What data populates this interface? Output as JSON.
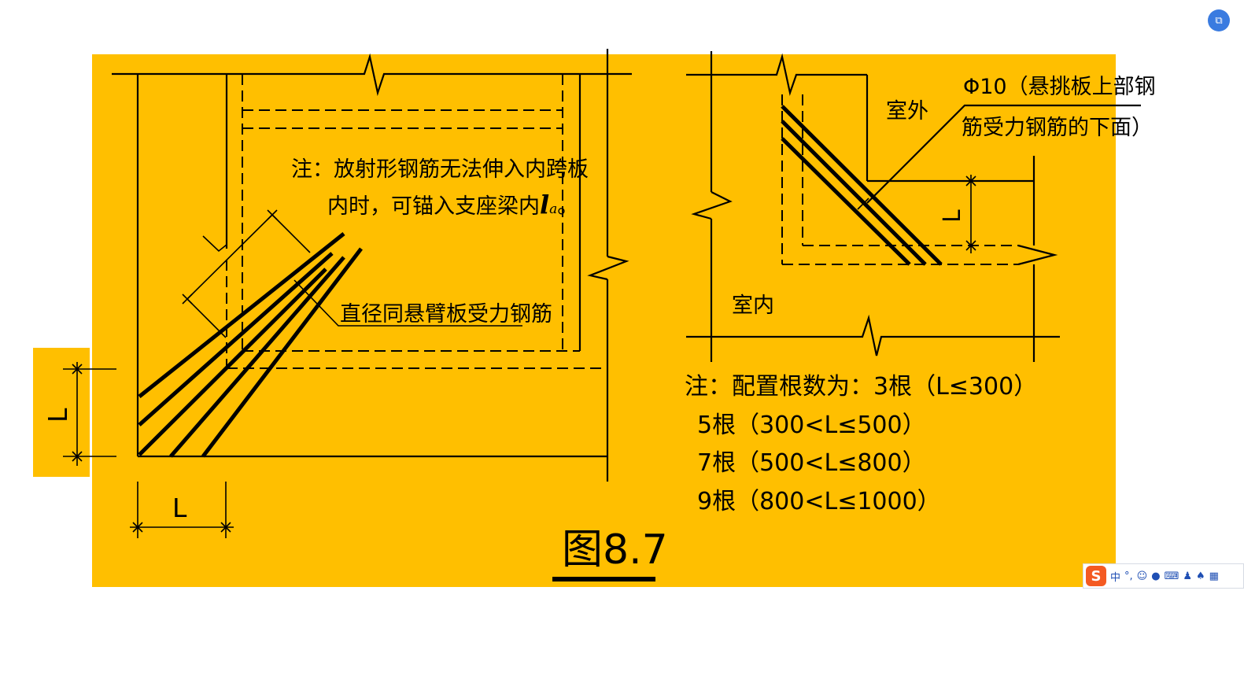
{
  "figure": {
    "title": "图8.7",
    "left_detail": {
      "note_line1": "注：放射形钢筋无法伸入内跨板",
      "note_line2": "内时，可锚入支座梁内",
      "note_symbol": "l",
      "note_symbol_sub": "a",
      "note_end": "。",
      "rebar_label": "直径同悬臂板受力钢筋",
      "dim_L_bottom": "L",
      "dim_L_side": "L"
    },
    "right_detail": {
      "rebar_spec_line1": "Φ10（悬挑板上部钢",
      "rebar_spec_line2": "筋受力钢筋的下面）",
      "outdoor": "室外",
      "indoor": "室内",
      "dim_L": "L"
    },
    "config_note": {
      "line1": "注：配置根数为：3根（L≤300）",
      "line2": "5根（300<L≤500）",
      "line3": "7根（500<L≤800）",
      "line4": "9根（800<L≤1000）"
    }
  },
  "ime_toolbar": {
    "logo": "S",
    "mode": "中",
    "punct": "°,",
    "emoji_icon": "☺",
    "mic_icon": "●",
    "keyboard_icon": "⌨",
    "user_icon": "♟",
    "skin_icon": "♠",
    "grid_icon": "▦"
  },
  "corner_button": {
    "icon": "⧉"
  },
  "colors": {
    "background": "#FFBF00",
    "line": "#000000",
    "page": "#FFFFFF"
  }
}
